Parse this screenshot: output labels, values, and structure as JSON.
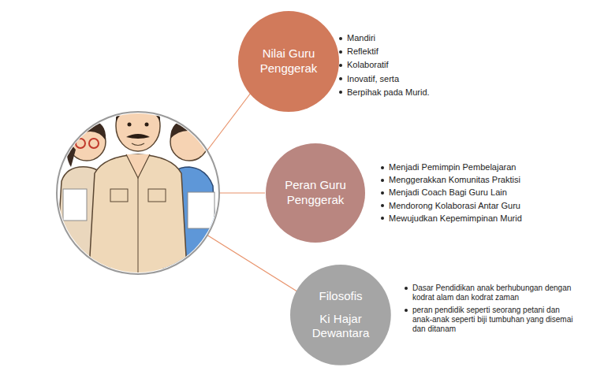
{
  "diagram": {
    "nodes": [
      {
        "text": [
          "Nilai Guru Penggerak"
        ]
      },
      {
        "text": [
          "Peran Guru Penggerak"
        ]
      },
      {
        "text": [
          "Filosofis",
          "Ki Hajar Dewantara"
        ]
      }
    ],
    "labels": [
      "Mandiri",
      "Reflektif",
      "Kolaboratif",
      "Inovatif, serta",
      "Berpihak pada Murid.",
      "Menjadi Pemimpin Pembelajaran",
      "Menggerakkan Komunitas Praktisi",
      "Menjadi Coach Bagi Guru Lain",
      "Mendorong Kolaborasi Antar Guru",
      "Mewujudkan Kepemimpinan Murid",
      "Dasar Pendidikan anak berhubungan dengan kodrat alam dan kodrat zaman",
      "peran pendidik seperti seorang petani dan anak-anak seperti biji tumbuhan yang disemai dan ditanam"
    ]
  }
}
